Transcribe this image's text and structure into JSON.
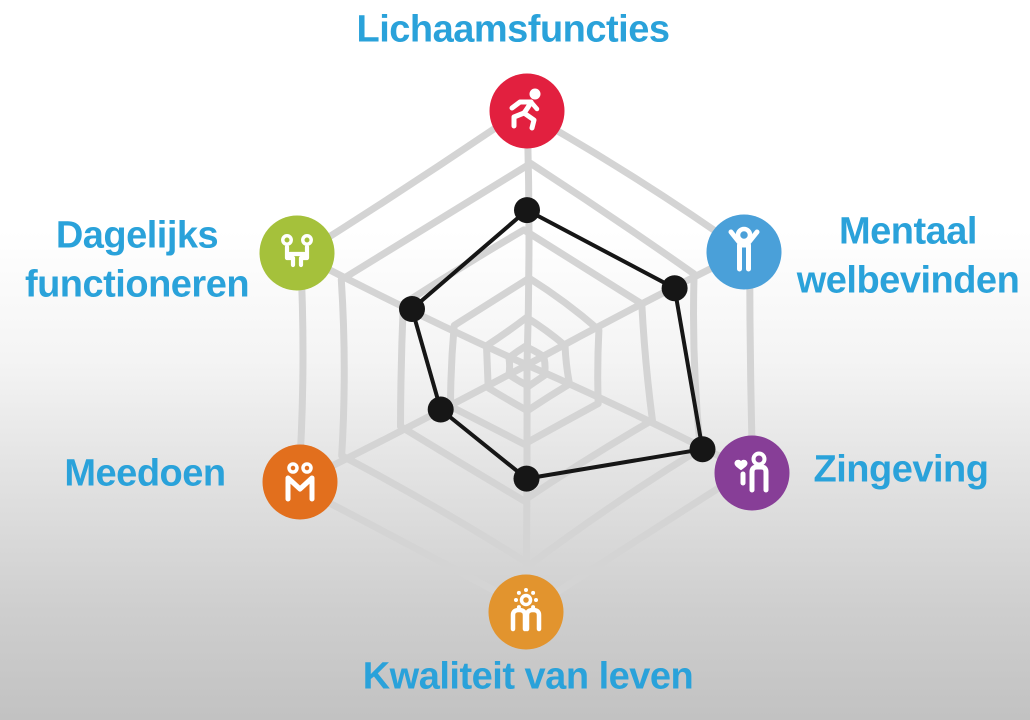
{
  "chart_data": {
    "type": "radar",
    "model_name_visible": false,
    "legend": null,
    "scale": {
      "min": 0,
      "max": 1,
      "rings": 6,
      "ring_fractions": [
        0.08,
        0.18,
        0.33,
        0.545,
        0.795,
        1.0
      ],
      "tick_labels_visible": false,
      "grid": "hand-drawn spider web"
    },
    "axes": [
      {
        "key": "lichaamsfuncties",
        "label": "Lichaamsfuncties",
        "icon": "runner-icon",
        "color": "#e2203f",
        "end": [
          527,
          111
        ],
        "value_fraction": 0.61
      },
      {
        "key": "mentaal",
        "label": "Mentaal welbevinden",
        "icon": "cheering-person-icon",
        "color": "#4aa0d9",
        "end": [
          744,
          252
        ],
        "value_fraction": 0.68
      },
      {
        "key": "zingeving",
        "label": "Zingeving",
        "icon": "person-with-heart-icon",
        "color": "#873e97",
        "end": [
          752,
          473
        ],
        "value_fraction": 0.78
      },
      {
        "key": "kwaliteit",
        "label": "Kwaliteit van leven",
        "icon": "sun-person-icon",
        "color": "#e2942e",
        "end": [
          526,
          612
        ],
        "value_fraction": 0.46
      },
      {
        "key": "meedoen",
        "label": "Meedoen",
        "icon": "two-people-holding-hands-icon",
        "color": "#e26f1d",
        "end": [
          300,
          482
        ],
        "value_fraction": 0.38
      },
      {
        "key": "dagelijks",
        "label": "Dagelijks functioneren",
        "icon": "two-people-at-table-icon",
        "color": "#a5c13b",
        "end": [
          297,
          253
        ],
        "value_fraction": 0.5
      }
    ],
    "series": [
      {
        "name": "score-polygon",
        "color": "#161616",
        "values_fraction": [
          0.61,
          0.68,
          0.78,
          0.46,
          0.38,
          0.5
        ]
      }
    ],
    "geometry": {
      "center": [
        527,
        365
      ],
      "outer_radius": 250,
      "icon_radius": 37.5,
      "dot_radius": 13
    },
    "colors": {
      "web": "#d4d4d4",
      "polygon": "#161616",
      "label_text": "#2aa2da",
      "glyph": "#ffffff",
      "background_top": "#ffffff",
      "background_bottom": "#c2c2c2"
    }
  }
}
